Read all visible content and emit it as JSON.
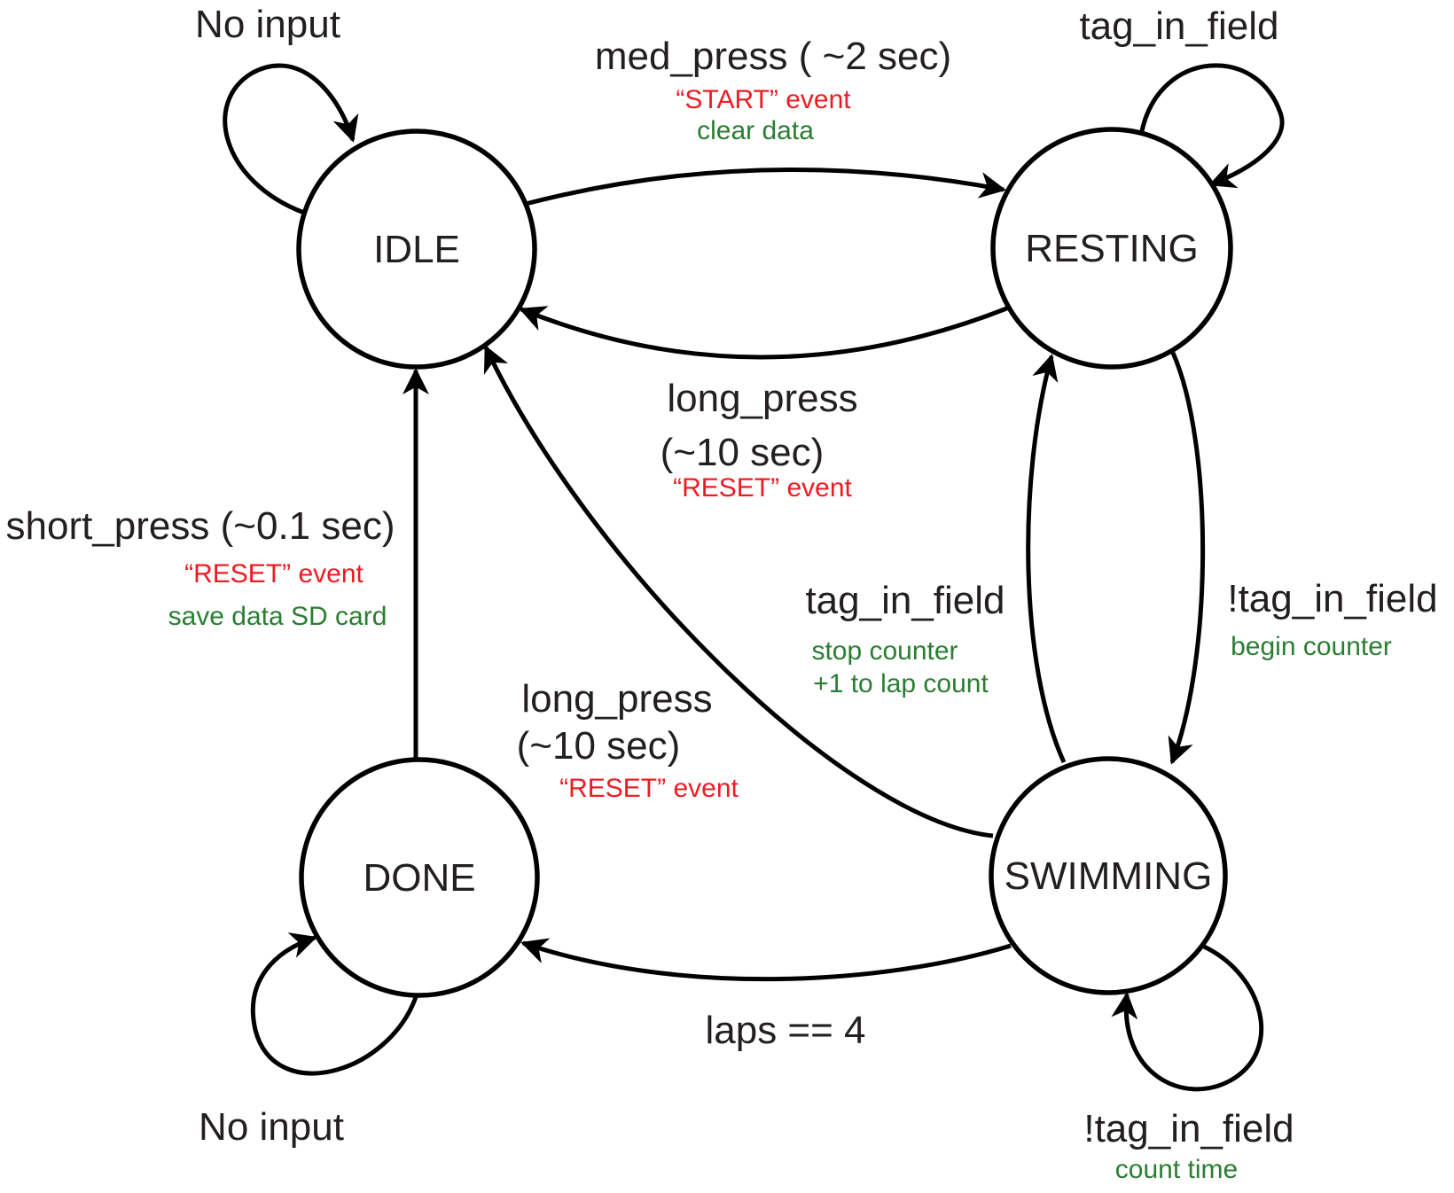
{
  "colors": {
    "stroke": "#000000",
    "label_black": "#231f20",
    "event_red": "#ed1c24",
    "action_green": "#2a7e32",
    "background": "#ffffff"
  },
  "states": {
    "idle": "IDLE",
    "resting": "RESTING",
    "done": "DONE",
    "swimming": "SWIMMING"
  },
  "transitions": {
    "idle_self": {
      "event": "No input"
    },
    "resting_self": {
      "event": "tag_in_field"
    },
    "idle_to_resting": {
      "event": "med_press ( ~2 sec)",
      "action_red": "“START” event",
      "action_green": "clear data"
    },
    "resting_to_idle": {
      "event_line1": "long_press",
      "event_line2": "(~10 sec)",
      "action_red": "“RESET” event"
    },
    "done_to_idle": {
      "event": "short_press (~0.1 sec)",
      "action_red": "“RESET” event",
      "action_green": "save data SD card"
    },
    "swimming_to_idle": {
      "event_line1": "long_press",
      "event_line2": "(~10 sec)",
      "action_red": "“RESET” event"
    },
    "swimming_to_resting": {
      "event": "tag_in_field",
      "action_green_line1": "stop counter",
      "action_green_line2": "+1 to lap count"
    },
    "resting_to_swimming": {
      "event": "!tag_in_field",
      "action_green": "begin counter"
    },
    "swimming_to_done": {
      "event": "laps == 4"
    },
    "swimming_self": {
      "event": "!tag_in_field",
      "action_green": "count time"
    },
    "done_self": {
      "event": "No input"
    }
  }
}
